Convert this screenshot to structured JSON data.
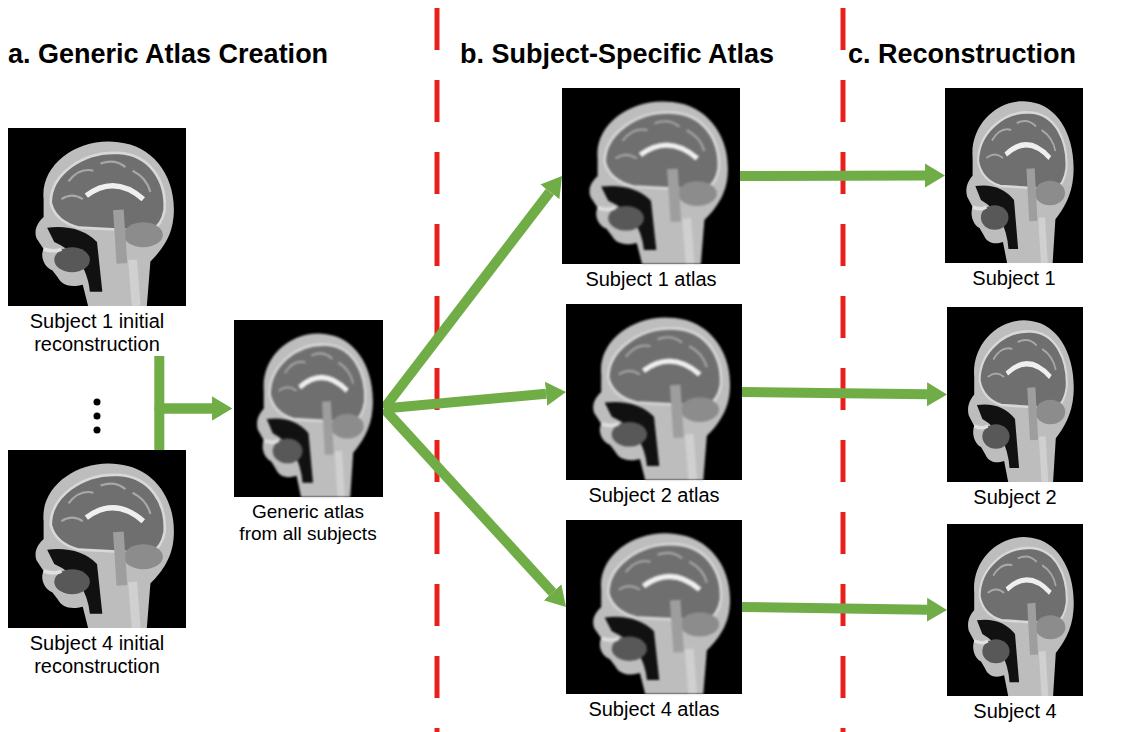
{
  "diagram": {
    "nodes": [
      {
        "text": [
          "Subject 1 initial reconstruction"
        ]
      },
      {
        "text": [
          "Subject 4 initial reconstruction"
        ]
      },
      {
        "text": [
          "Generic atlas from all subjects"
        ]
      },
      {
        "text": [
          "Subject 1 atlas"
        ]
      },
      {
        "text": [
          "Subject 2 atlas"
        ]
      },
      {
        "text": [
          "Subject 4 atlas"
        ]
      },
      {
        "text": [
          "Subject 1"
        ]
      },
      {
        "text": [
          "Subject 2"
        ]
      },
      {
        "text": [
          "Subject 4"
        ]
      }
    ],
    "edges": [
      {
        "from": 0,
        "to": 2,
        "arrow": "to"
      },
      {
        "from": 1,
        "to": 2,
        "arrow": "to"
      },
      {
        "from": 2,
        "to": 3,
        "arrow": "to"
      },
      {
        "from": 2,
        "to": 4,
        "arrow": "to"
      },
      {
        "from": 2,
        "to": 5,
        "arrow": "to"
      },
      {
        "from": 3,
        "to": 6,
        "arrow": "to"
      },
      {
        "from": 4,
        "to": 7,
        "arrow": "to"
      },
      {
        "from": 5,
        "to": 8,
        "arrow": "to"
      }
    ],
    "labels": [
      "a. Generic Atlas Creation",
      "b. Subject-Specific Atlas",
      "c. Reconstruction"
    ]
  }
}
